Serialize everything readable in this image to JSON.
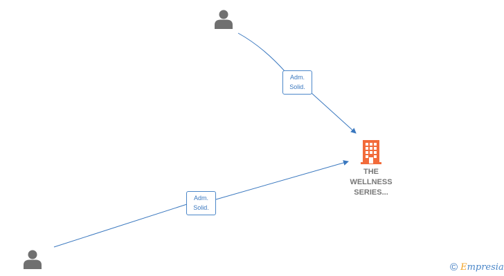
{
  "nodes": {
    "person_top": {
      "icon": "person-icon"
    },
    "person_bottom": {
      "icon": "person-icon"
    },
    "company": {
      "icon": "building-icon",
      "name_lines": [
        "THE",
        "WELLNESS",
        "SERIES..."
      ]
    }
  },
  "edges": [
    {
      "from": "person_top",
      "to": "company",
      "label_lines": [
        "Adm.",
        "Solid."
      ]
    },
    {
      "from": "person_bottom",
      "to": "company",
      "label_lines": [
        "Adm.",
        "Solid."
      ]
    }
  ],
  "colors": {
    "edge": "#3a78bf",
    "person": "#707070",
    "company": "#f26b3a",
    "company_text": "#777777"
  },
  "branding": {
    "symbol": "©",
    "first_letter": "E",
    "rest": "mpresia"
  }
}
